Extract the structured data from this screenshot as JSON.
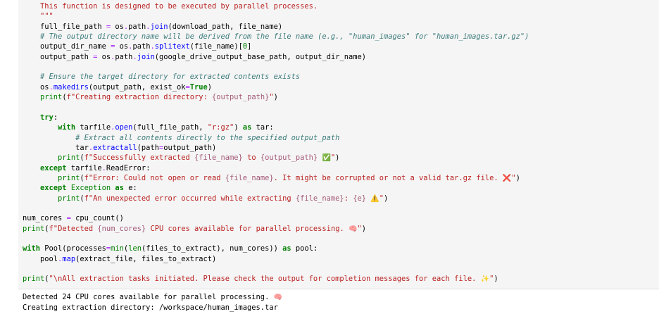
{
  "code_lines": [
    "    This function is designed to be executed by parallel processes.",
    "    \"\"\"",
    "    full_file_path = os.path.join(download_path, file_name)",
    "    # The output directory name will be derived from the file name (e.g., \"human_images\" for \"human_images.tar.gz\")",
    "    output_dir_name = os.path.splitext(file_name)[0]",
    "    output_path = os.path.join(google_drive_output_base_path, output_dir_name)",
    "",
    "    # Ensure the target directory for extracted contents exists",
    "    os.makedirs(output_path, exist_ok=True)",
    "    print(f\"Creating extraction directory: {output_path}\")",
    "",
    "    try:",
    "        with tarfile.open(full_file_path, \"r:gz\") as tar:",
    "            # Extract all contents directly to the specified output_path",
    "            tar.extractall(path=output_path)",
    "        print(f\"Successfully extracted {file_name} to {output_path} ✅\")",
    "    except tarfile.ReadError:",
    "        print(f\"Error: Could not open or read {file_name}. It might be corrupted or not a valid tar.gz file. ❌\")",
    "    except Exception as e:",
    "        print(f\"An unexpected error occurred while extracting {file_name}: {e} ⚠️\")",
    "",
    "num_cores = cpu_count()",
    "print(f\"Detected {num_cores} CPU cores available for parallel processing. 🧠\")",
    "",
    "with Pool(processes=min(len(files_to_extract), num_cores)) as pool:",
    "    pool.map(extract_file, files_to_extract)",
    "",
    "print(\"\\nAll extraction tasks initiated. Please check the output for completion messages for each file. ✨\")"
  ],
  "output_lines": [
    "Detected 24 CPU cores available for parallel processing. 🧠",
    "Creating extraction directory: /workspace/human_images.tar"
  ]
}
